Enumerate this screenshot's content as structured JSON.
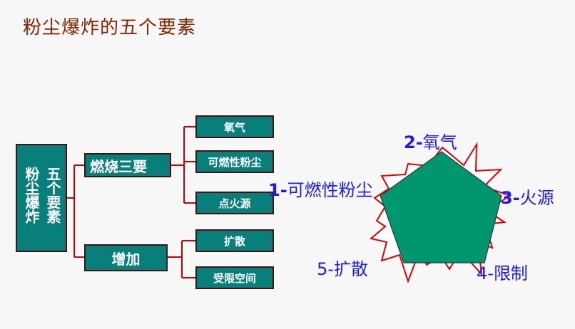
{
  "title": "粉尘爆炸的五个要素",
  "tree": {
    "root": {
      "col1": "粉尘爆炸",
      "col2": "五个要素"
    },
    "branch1": {
      "label": "燃烧三要",
      "children": [
        "氧气",
        "可燃性粉尘",
        "点火源"
      ]
    },
    "branch2": {
      "label": "增加",
      "children": [
        "扩散",
        "受限空间"
      ]
    }
  },
  "pentagon": {
    "fill_color": "#00966e",
    "star_color": "#e00000",
    "labels": [
      {
        "num": "1-",
        "text": "可燃性粉尘"
      },
      {
        "num": "2-",
        "text": "氧气"
      },
      {
        "num": "3-",
        "text": "火源"
      },
      {
        "num": "4-",
        "text": "限制"
      },
      {
        "num": "5-",
        "text": "扩散"
      }
    ]
  },
  "colors": {
    "box_fill": "#087f7a",
    "box_border": "#4a1010",
    "connector": "#cc0000",
    "title": "#8b2500",
    "label_blue": "#1a1aff"
  }
}
